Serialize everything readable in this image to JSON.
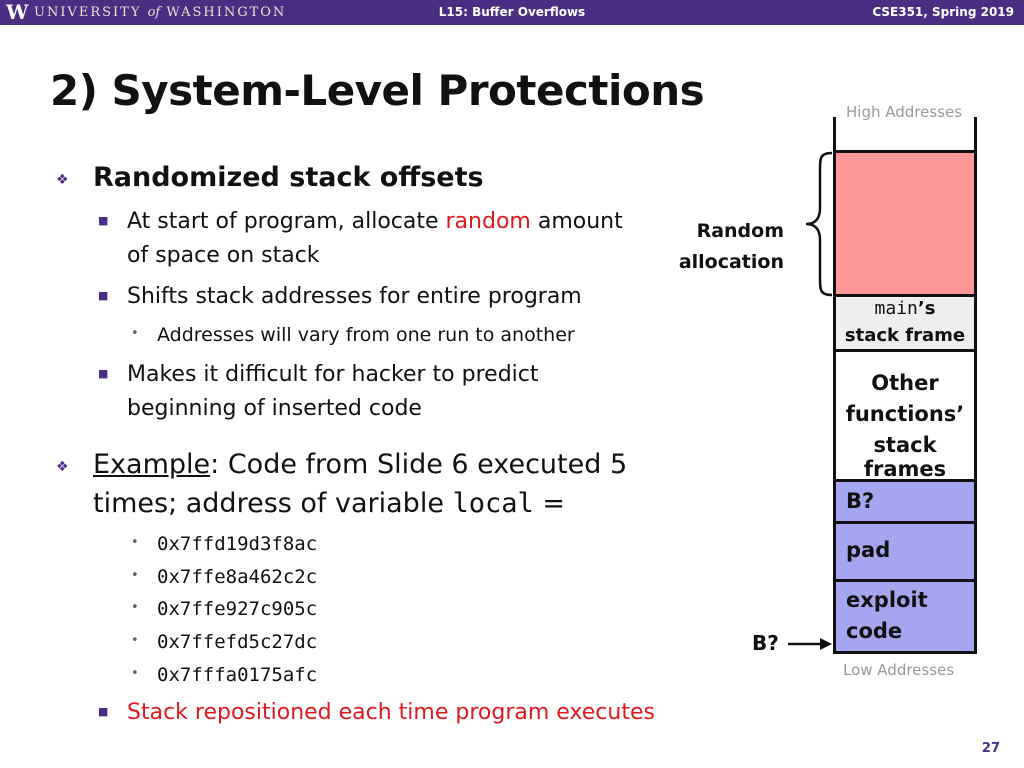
{
  "header": {
    "logo_letter": "W",
    "university_pre": "UNIVERSITY",
    "university_of": "of",
    "university_post": "WASHINGTON",
    "lecture": "L15: Buffer Overflows",
    "course": "CSE351, Spring 2019"
  },
  "slide": {
    "title": "2) System-Level Protections",
    "page_number": "27"
  },
  "bullets": {
    "b1_title": "Randomized stack offsets",
    "b1_s1_pre": "At start of program, allocate ",
    "b1_s1_red": "random",
    "b1_s1_post": " amount",
    "b1_s1_line2": "of space on stack",
    "b1_s2": "Shifts stack addresses for entire program",
    "b1_s2_sub": "Addresses will vary from one run to another",
    "b1_s3_line1": "Makes it difficult for hacker to predict",
    "b1_s3_line2": "beginning of inserted code",
    "b2_example": "Example",
    "b2_line1_rest": ":  Code from Slide 6 executed 5",
    "b2_line2_pre": "times; address of variable ",
    "b2_var": "local",
    "b2_eq": " =",
    "addresses": [
      "0x7ffd19d3f8ac",
      "0x7ffe8a462c2c",
      "0x7ffe927c905c",
      "0x7ffefd5c27dc",
      "0x7fffa0175afc"
    ],
    "b2_last": "Stack repositioned each time program executes"
  },
  "diagram": {
    "high_label": "High Addresses",
    "low_label": "Low Addresses",
    "random_line1": "Random",
    "random_line2": "allocation",
    "main_code": "main",
    "main_suffix": "’s",
    "main_line2": "stack frame",
    "other_line1": "Other",
    "other_line2": "functions’",
    "other_line3": "stack frames",
    "b_block": "B?",
    "pad_block": "pad",
    "exploit_line1": "exploit",
    "exploit_line2": "code",
    "b_pointer": "B?"
  },
  "colors": {
    "purple": "#4b2e83",
    "random_fill": "#ff9999",
    "main_fill": "#eeeeee",
    "lavender_fill": "#a6a6f0",
    "red_text": "#e0191e"
  }
}
